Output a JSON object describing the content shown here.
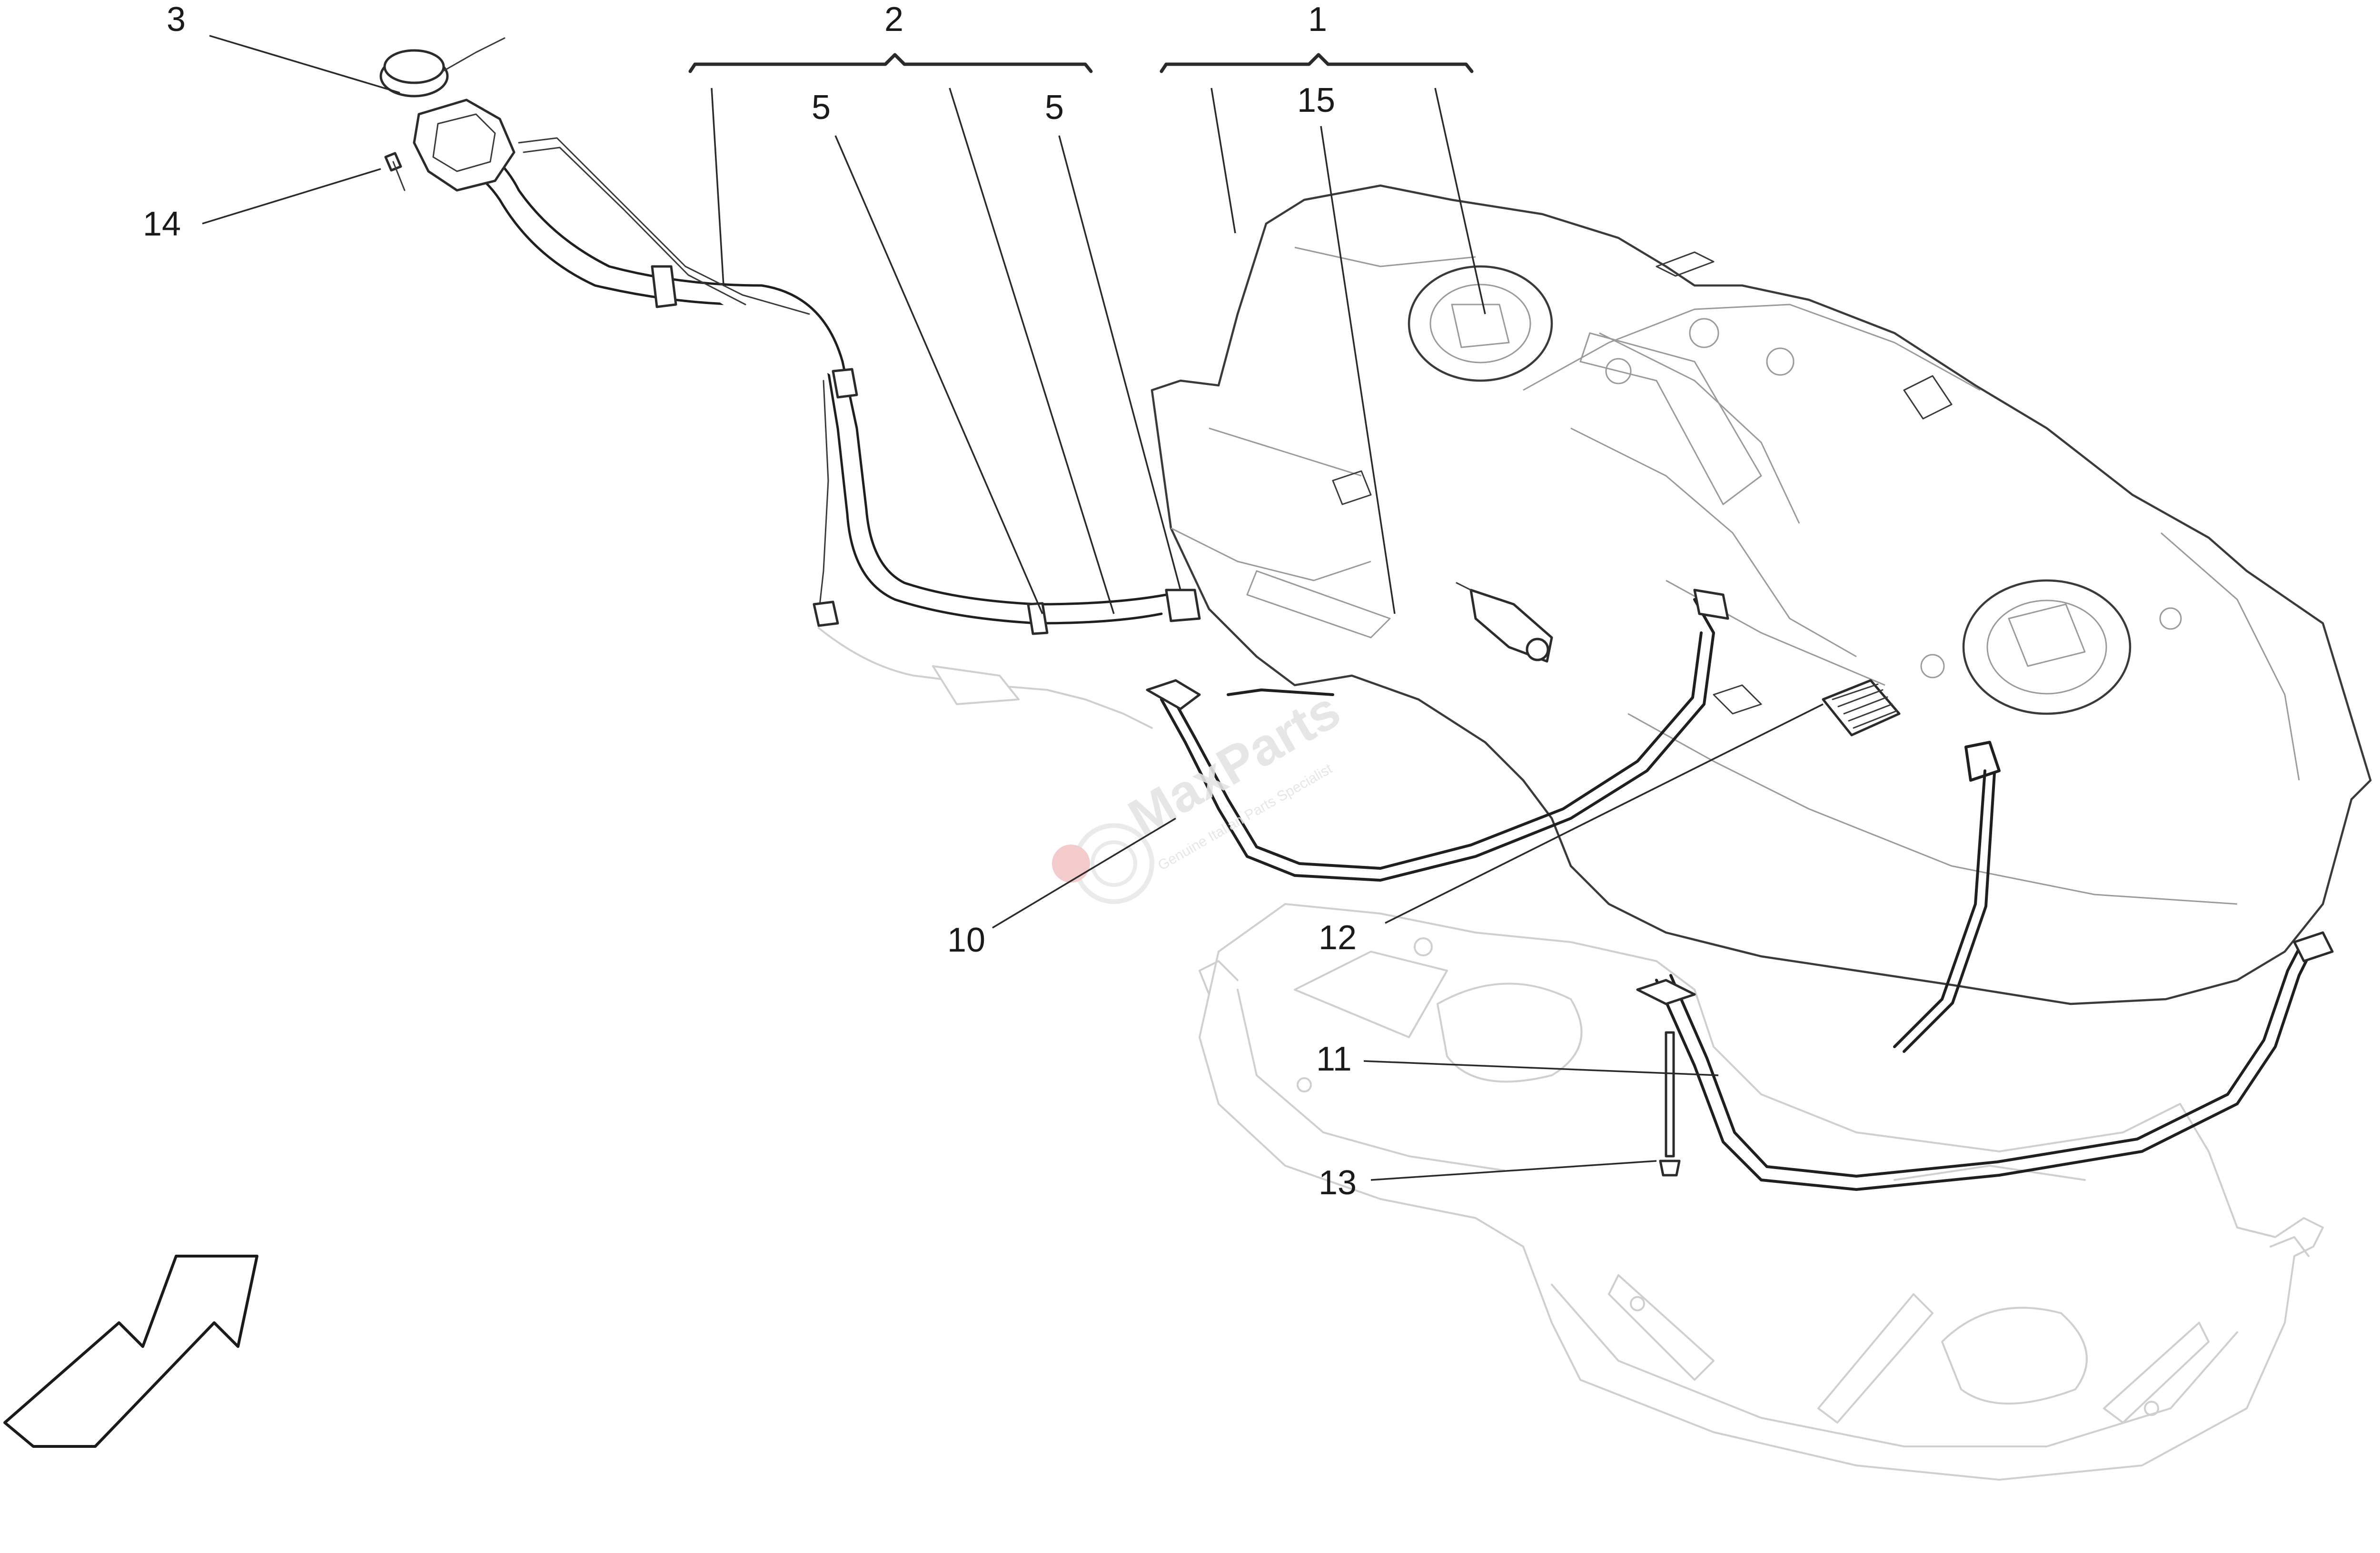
{
  "callouts": {
    "c1": "1",
    "c2": "2",
    "c3": "3",
    "c5a": "5",
    "c5b": "5",
    "c10": "10",
    "c11": "11",
    "c12": "12",
    "c13": "13",
    "c14": "14",
    "c15": "15"
  },
  "watermark": {
    "brand": "MaxParts",
    "tagline": "Genuine Italian Parts Specialist"
  },
  "colors": {
    "ink": "#1a1a1a",
    "ghost_outline": "#cfcfcf",
    "watermark": "#e4e4e4",
    "watermark_accent": "#f2c6c6"
  },
  "icons": {
    "orientation_arrow": "arrow-up-right-icon"
  }
}
